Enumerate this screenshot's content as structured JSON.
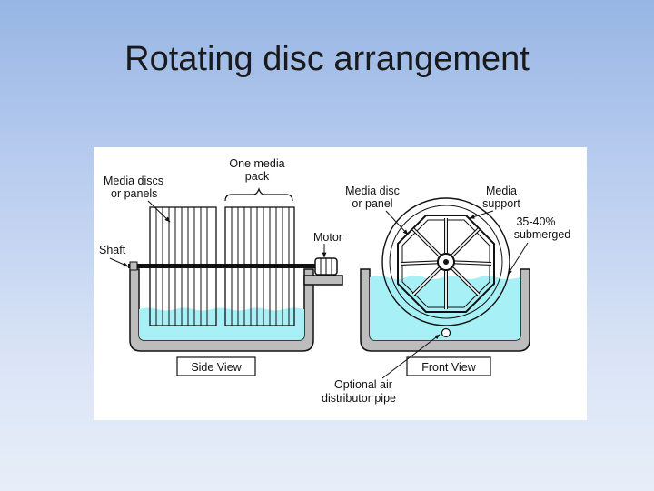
{
  "slide": {
    "title": "Rotating disc arrangement"
  },
  "diagram": {
    "side_view": {
      "media_discs": [
        "Media discs",
        "or panels"
      ],
      "media_pack": [
        "One media",
        "pack"
      ],
      "shaft": "Shaft",
      "motor": "Motor",
      "caption": "Side View"
    },
    "front_view": {
      "media_disc": [
        "Media disc",
        "or panel"
      ],
      "media_support": [
        "Media",
        "support"
      ],
      "submerged": [
        "35-40%",
        "submerged"
      ],
      "caption": "Front View"
    },
    "air_pipe": [
      "Optional air",
      "distributor pipe"
    ],
    "colors": {
      "water": "#a6f0f6",
      "tank": "#bdbdbd",
      "outline": "#111111"
    }
  }
}
